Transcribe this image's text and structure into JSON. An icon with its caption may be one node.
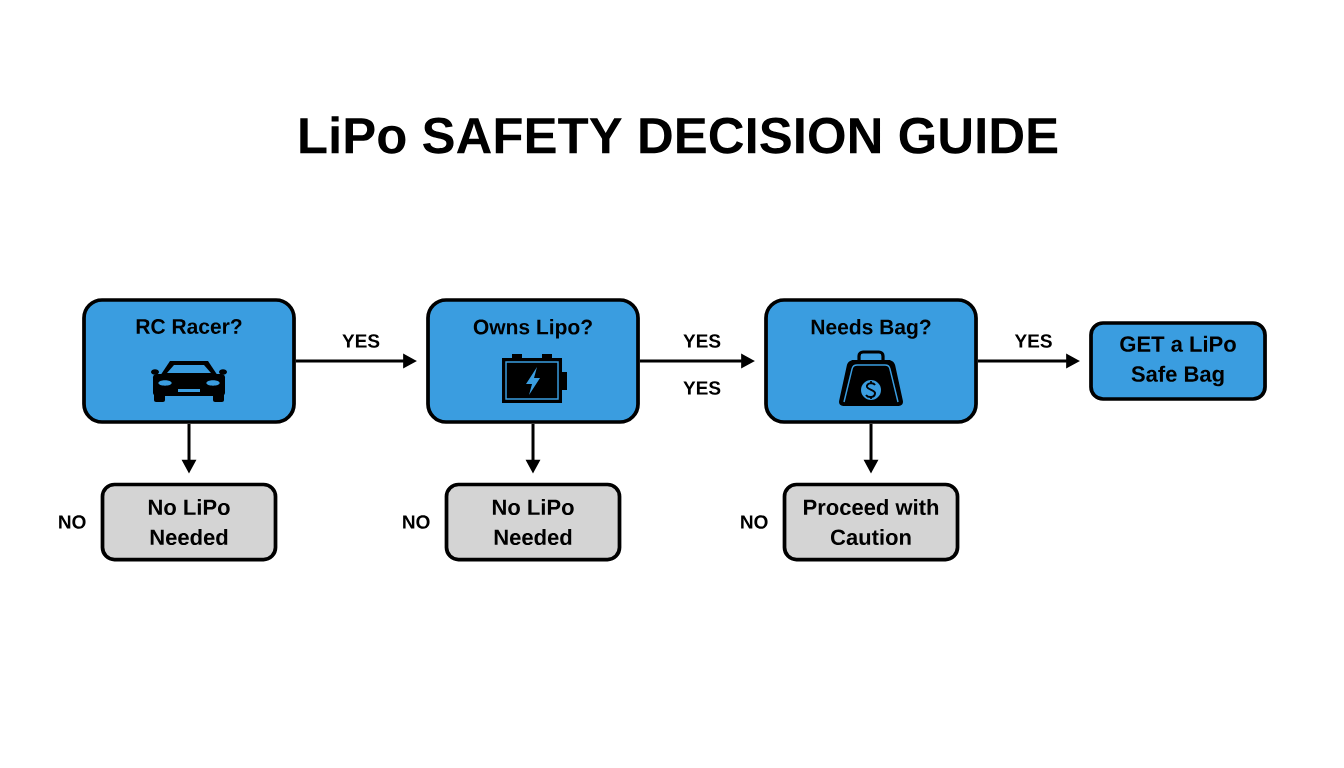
{
  "diagram": {
    "title": "LiPo SAFETY DECISION GUIDE",
    "nodes": [
      {
        "text": [
          "RC Racer?"
        ]
      },
      {
        "text": [
          "Owns Lipo?"
        ]
      },
      {
        "text": [
          "Needs Bag?"
        ]
      },
      {
        "text": [
          "GET a LiPo Safe Bag"
        ]
      },
      {
        "text": [
          "No LiPo Needed"
        ],
        "beside": [
          "NO"
        ]
      },
      {
        "text": [
          "No LiPo Needed"
        ],
        "beside": [
          "NO"
        ]
      },
      {
        "text": [
          "Proceed with Caution"
        ],
        "beside": [
          "NO"
        ]
      }
    ],
    "edges": [
      {
        "from": 0,
        "to": 1,
        "arrow": "to",
        "label": "YES"
      },
      {
        "from": 1,
        "to": 2,
        "arrow": "to",
        "label": "YES"
      },
      {
        "from": 2,
        "to": 3,
        "arrow": "to",
        "label": "YES"
      },
      {
        "from": 0,
        "to": 4,
        "arrow": "to"
      },
      {
        "from": 1,
        "to": 5,
        "arrow": "to"
      },
      {
        "from": 2,
        "to": 6,
        "arrow": "to"
      }
    ],
    "labels": [
      "YES"
    ]
  }
}
